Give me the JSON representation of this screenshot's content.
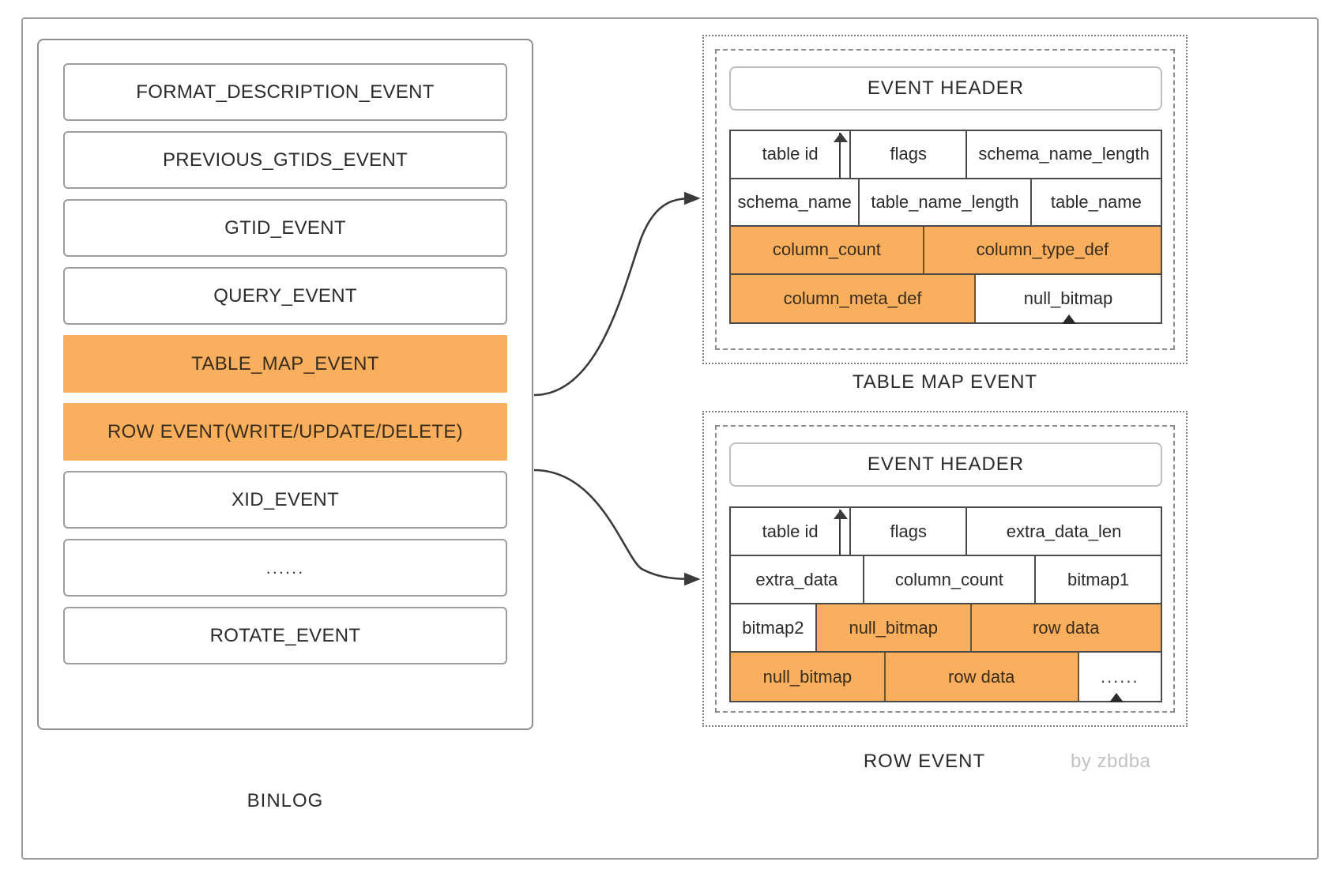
{
  "binlog": {
    "caption": "BINLOG",
    "events": [
      {
        "label": "FORMAT_DESCRIPTION_EVENT",
        "highlight": false
      },
      {
        "label": "PREVIOUS_GTIDS_EVENT",
        "highlight": false
      },
      {
        "label": "GTID_EVENT",
        "highlight": false
      },
      {
        "label": "QUERY_EVENT",
        "highlight": false
      },
      {
        "label": "TABLE_MAP_EVENT",
        "highlight": true
      },
      {
        "label": "ROW EVENT(WRITE/UPDATE/DELETE)",
        "highlight": true
      },
      {
        "label": "XID_EVENT",
        "highlight": false
      },
      {
        "label": "......",
        "highlight": false
      },
      {
        "label": "ROTATE_EVENT",
        "highlight": false
      }
    ]
  },
  "table_map_event": {
    "caption": "TABLE MAP EVENT",
    "header": "EVENT HEADER",
    "rows": [
      [
        {
          "label": "table id",
          "orange": false,
          "w": 28
        },
        {
          "label": "flags",
          "orange": false,
          "w": 27
        },
        {
          "label": "schema_name_length",
          "orange": false,
          "w": 45
        }
      ],
      [
        {
          "label": "schema_name",
          "orange": false,
          "w": 30
        },
        {
          "label": "table_name_length",
          "orange": false,
          "w": 40
        },
        {
          "label": "table_name",
          "orange": false,
          "w": 30
        }
      ],
      [
        {
          "label": "column_count",
          "orange": true,
          "w": 45
        },
        {
          "label": "column_type_def",
          "orange": true,
          "w": 55
        }
      ],
      [
        {
          "label": "column_meta_def",
          "orange": true,
          "w": 57
        },
        {
          "label": "null_bitmap",
          "orange": false,
          "w": 43
        }
      ]
    ]
  },
  "row_event": {
    "caption": "ROW EVENT",
    "header": "EVENT HEADER",
    "rows": [
      [
        {
          "label": "table id",
          "orange": false,
          "w": 28
        },
        {
          "label": "flags",
          "orange": false,
          "w": 27
        },
        {
          "label": "extra_data_len",
          "orange": false,
          "w": 45
        }
      ],
      [
        {
          "label": "extra_data",
          "orange": false,
          "w": 31
        },
        {
          "label": "column_count",
          "orange": false,
          "w": 40
        },
        {
          "label": "bitmap1",
          "orange": false,
          "w": 29
        }
      ],
      [
        {
          "label": "bitmap2",
          "orange": false,
          "w": 20
        },
        {
          "label": "null_bitmap",
          "orange": true,
          "w": 36
        },
        {
          "label": "row data",
          "orange": true,
          "w": 44
        }
      ],
      [
        {
          "label": "null_bitmap",
          "orange": true,
          "w": 36
        },
        {
          "label": "row data",
          "orange": true,
          "w": 45
        },
        {
          "label": "......",
          "orange": false,
          "w": 19
        }
      ]
    ]
  },
  "credit": {
    "text": "by zbdba"
  },
  "colors": {
    "highlight": "#F9AF5E",
    "frame_border": "#9c9c9c",
    "cell_border": "#4a4a4a",
    "credit_text": "#c2c2c2"
  }
}
